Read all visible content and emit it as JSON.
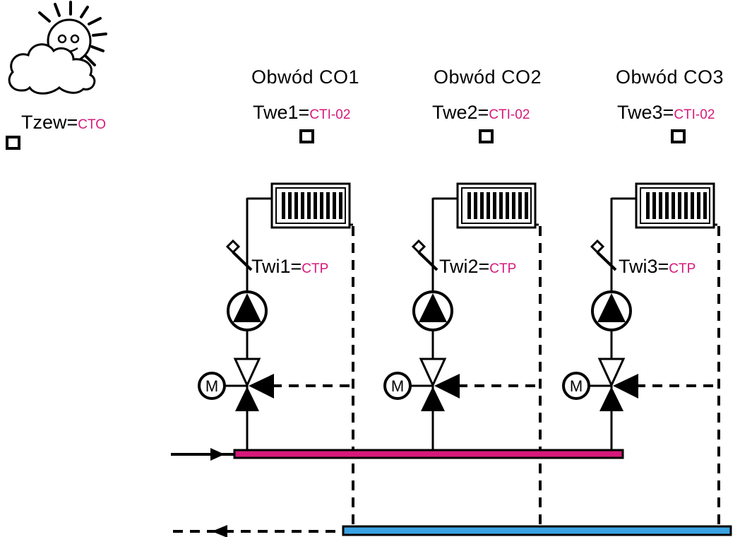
{
  "outdoor": {
    "label": "Tzew=",
    "sensor": "CTO",
    "icon": "sun-cloud-icon"
  },
  "circuits": [
    {
      "title": "Obwód CO1",
      "inlet_label": "Twe1=",
      "inlet_sensor": "CTI-02",
      "indoor_label": "Twi1=",
      "indoor_sensor": "CTP"
    },
    {
      "title": "Obwód CO2",
      "inlet_label": "Twe2=",
      "inlet_sensor": "CTI-02",
      "indoor_label": "Twi2=",
      "indoor_sensor": "CTP"
    },
    {
      "title": "Obwód CO3",
      "inlet_label": "Twe3=",
      "inlet_sensor": "CTI-02",
      "indoor_label": "Twi3=",
      "indoor_sensor": "CTP"
    }
  ],
  "valve_motor_label": "M",
  "colors": {
    "supply_pipe": "#d6197a",
    "return_pipe": "#3aa3e3",
    "sensor_text": "#d6197a",
    "line": "#000000"
  }
}
